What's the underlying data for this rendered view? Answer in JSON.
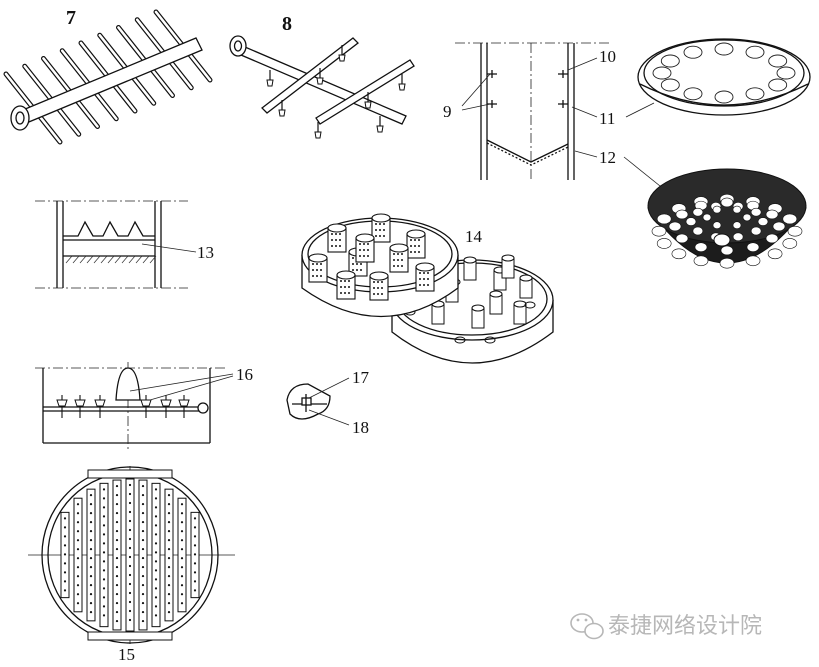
{
  "labels": {
    "n7": "7",
    "n8": "8",
    "n9": "9",
    "n10": "10",
    "n11": "11",
    "n12": "12",
    "n13": "13",
    "n14": "14",
    "n15": "15",
    "n16": "16",
    "n17": "17",
    "n18": "18"
  },
  "watermark": {
    "text": "泰捷网络设计院",
    "icon": "wechat-icon"
  },
  "colors": {
    "ink": "#111111",
    "background": "#ffffff",
    "watermark": "#b7b7b7"
  }
}
